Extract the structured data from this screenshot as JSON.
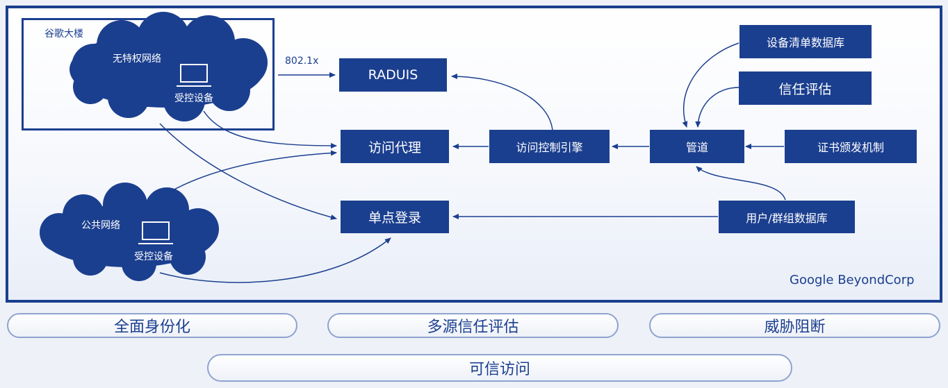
{
  "diagram": {
    "building_label": "谷歌大楼",
    "unprivileged_network": "无特权网络",
    "public_network": "公共网络",
    "managed_device_1": "受控设备",
    "managed_device_2": "受控设备",
    "edge_8021x": "802.1x",
    "nodes": {
      "radius": "RADUIS",
      "access_proxy": "访问代理",
      "sso": "单点登录",
      "access_control_engine": "访问控制引擎",
      "pipeline": "管道",
      "device_inventory_db": "设备清单数据库",
      "trust_inference": "信任评估",
      "certificate_issuance": "证书颁发机制",
      "user_group_db": "用户/群组数据库"
    },
    "caption": "Google BeyondCorp"
  },
  "pillars": [
    "全面身份化",
    "多源信任评估",
    "威胁阻断"
  ],
  "foundation": "可信访问",
  "colors": {
    "primary": "#1b3f8f",
    "pill_border": "#8ea3cf"
  }
}
